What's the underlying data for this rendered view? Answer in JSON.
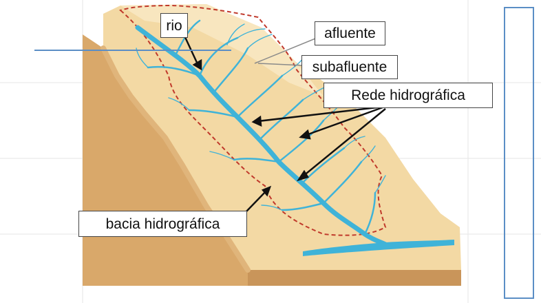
{
  "labels": {
    "rio": "rio",
    "afluente": "afluente",
    "subafluente": "subafluente",
    "rede": "Rede hidrográfica",
    "bacia": "bacia hidrográfica"
  },
  "colors": {
    "terrain_side": "#d9a86a",
    "terrain_top": "#f3d9a4",
    "terrain_highlight": "#f8e6bf",
    "river": "#3fb3d8",
    "basin_boundary": "#c0392b",
    "accent_box": "#5b8ec5",
    "line": "#5b8ec5"
  }
}
